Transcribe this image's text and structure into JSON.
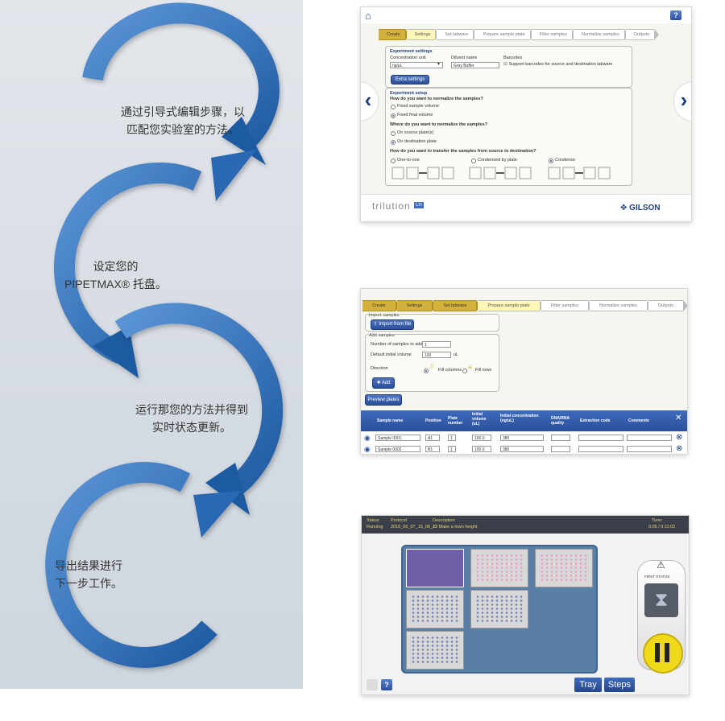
{
  "workflow": {
    "steps": [
      {
        "line1": "通过引导式编辑步骤，以",
        "line2": "匹配您实验室的方法。"
      },
      {
        "line1": "设定您的",
        "line2": "PIPETMAX® 托盘。"
      },
      {
        "line1": "运行那您的方法并得到",
        "line2": "实时状态更新。"
      },
      {
        "line1": "导出结果进行",
        "line2": "下一步工作。"
      }
    ],
    "colors": {
      "arrow": "#2e6cb5",
      "arrow_light": "#5b95d6"
    }
  },
  "shot1": {
    "help": "?",
    "home_icon": "home-icon",
    "steps": [
      "Create",
      "Settings",
      "Set labware",
      "Prepare sample plate",
      "Filter samples",
      "Normalize samples",
      "Outputs"
    ],
    "settings": {
      "title": "Experiment settings",
      "conc_unit_label": "Concentration unit",
      "conc_unit_value": "ng/μL",
      "diluent_label": "Diluent name",
      "diluent_value": "Gray Buffer",
      "barcodes_label": "Barcodes",
      "barcodes_option": "Support barcodes for source and destination labware",
      "extra_button": "Extra settings"
    },
    "setup": {
      "title": "Experiment setup",
      "q1": "How do you want to normalize the samples?",
      "q1_opts": [
        "Fixed sample volume",
        "Fixed final volume"
      ],
      "q2": "Where do you want to normalize the samples?",
      "q2_opts": [
        "On source plate(s)",
        "On destination plate"
      ],
      "q3": "How do you want to transfer the samples from source to destination?",
      "q3_opts": [
        "One-to-one",
        "Condensed by plate",
        "Condense"
      ]
    },
    "brand_left": "trilution",
    "brand_left_badge": "LH",
    "brand_right": "GILSON"
  },
  "shot2": {
    "steps": [
      "Create",
      "Settings",
      "Set labware",
      "Prepare sample plate",
      "Filter samples",
      "Normalize samples",
      "Outputs"
    ],
    "import_legend": "Import samples",
    "import_button": "Import from file",
    "add_legend": "Add samples",
    "num_label": "Number of samples to add",
    "num_value": "1",
    "vol_label": "Default initial volume",
    "vol_value": "100",
    "vol_unit": "uL",
    "direction_label": "Direction",
    "dir_cols": "Fill columns",
    "dir_rows": "Fill rows",
    "add_button": "Add",
    "preview_button": "Preview plates",
    "table": {
      "headers": [
        "Sample name",
        "Position",
        "Plate number",
        "Initial volume (uL)",
        "Initial concentration (ng/uL)",
        "DNA/RNA quality",
        "Extraction code",
        "Comments"
      ],
      "rows": [
        [
          "Sample 0001",
          "A1",
          "1",
          "100.0",
          "380"
        ],
        [
          "Sample 0002",
          "B1",
          "1",
          "100.0",
          "380"
        ]
      ]
    }
  },
  "shot3": {
    "status_label": "Status",
    "status_value": "Running",
    "protocol_label": "Protocol",
    "protocol_value": "2016_06_07_15_06_12",
    "desc_label": "Description",
    "desc_value": "22 Make a town height",
    "time_label": "Time:",
    "time_value": "0:05 / 0:11:02",
    "device_label": "FIRST STATUS",
    "tray_button": "Tray",
    "steps_button": "Steps",
    "help": "?"
  }
}
